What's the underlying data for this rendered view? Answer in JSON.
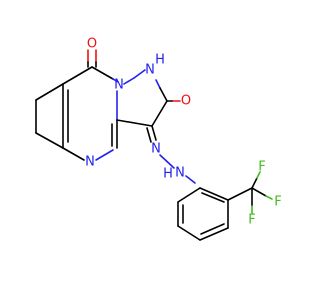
{
  "colors": {
    "carbon": "#000000",
    "nitrogen": "#2222ee",
    "oxygen": "#ee1111",
    "fluorine": "#44bb22"
  },
  "atoms": {
    "O_top": "O",
    "O_right": "O",
    "N_H_ring": "N",
    "H_ring": "H",
    "N_bridge": "N",
    "N_ring_bottom": "N",
    "N_hydrazone_1": "N",
    "N_hydrazone_2": "N",
    "H_hydrazone": "H",
    "F_1": "F",
    "F_2": "F",
    "F_3": "F"
  }
}
